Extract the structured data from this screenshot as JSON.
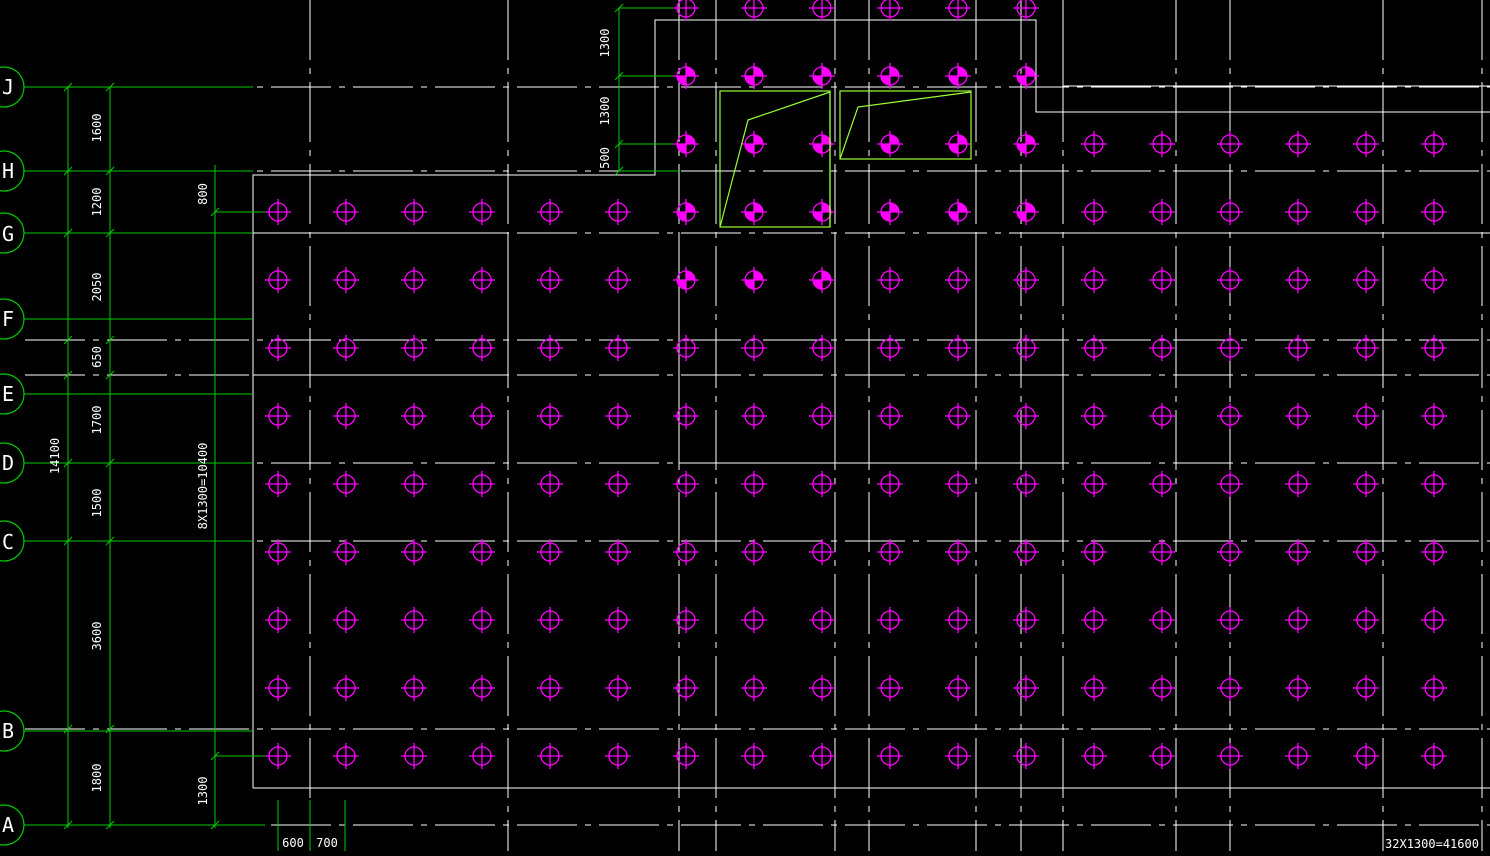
{
  "colors": {
    "background": "#000000",
    "pile": "#ff00ff",
    "dimension": "#00cc00",
    "outline": "#ffffff",
    "highlight_box": "#99ff33",
    "text": "#ffffff"
  },
  "axis_bubbles": [
    "J",
    "H",
    "G",
    "F",
    "E",
    "D",
    "C",
    "B",
    "A"
  ],
  "left_dimensions": {
    "segments": [
      "1600",
      "1200",
      "2050",
      "650",
      "1700",
      "1500",
      "3600",
      "1800"
    ],
    "total": "14100",
    "pile_spacing_total": "8X1300=10400",
    "top_offset": "800",
    "bottom_offset": "1300"
  },
  "top_dimensions": [
    "1300",
    "1300",
    "500"
  ],
  "bottom_dimensions": [
    "600",
    "700"
  ],
  "bottom_total": "32X1300=41600",
  "pile_grid": {
    "row_count": 9,
    "column_count": 18,
    "upper_row_count": 3,
    "upper_column_count": 6,
    "filled_markers": [
      {
        "row": "u1",
        "cols": [
          6,
          7,
          8,
          9,
          10,
          11
        ]
      },
      {
        "row": "u2",
        "cols": [
          6,
          7,
          8,
          9,
          10,
          11
        ]
      },
      {
        "row": 0,
        "cols": [
          6,
          7,
          8,
          9,
          10,
          11
        ]
      },
      {
        "row": 1,
        "cols": [
          6,
          7,
          8
        ]
      }
    ]
  }
}
